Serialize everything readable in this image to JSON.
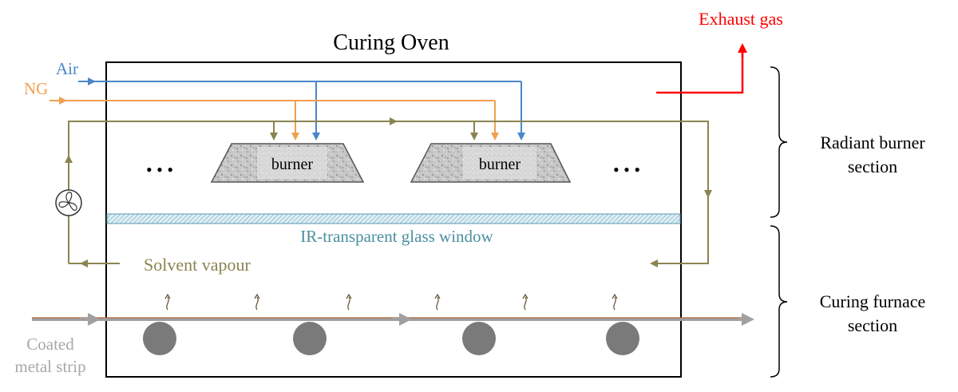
{
  "title": "Curing Oven",
  "inputs": {
    "air": "Air",
    "ng": "NG",
    "exhaust": "Exhaust gas"
  },
  "burners": [
    "burner",
    "burner"
  ],
  "ellipsis": "• • •",
  "window_label": "IR-transparent glass window",
  "solvent_label": "Solvent vapour",
  "strip_label": [
    "Coated",
    "metal strip"
  ],
  "sections": {
    "radiant": [
      "Radiant burner",
      "section"
    ],
    "curing": [
      "Curing furnace",
      "section"
    ]
  },
  "colors": {
    "air": "#4a86c8",
    "ng": "#f0a050",
    "exhaust": "#ff0000",
    "solvent": "#8b8450",
    "window": "#4a8fa0",
    "strip_arrow": "#a0a0a0",
    "roller": "#7a7a7a",
    "strip_text": "#a8a8a8"
  },
  "icons": [
    "fan-icon",
    "burner-block-icon",
    "roller-icon",
    "vapour-wisp-icon"
  ]
}
